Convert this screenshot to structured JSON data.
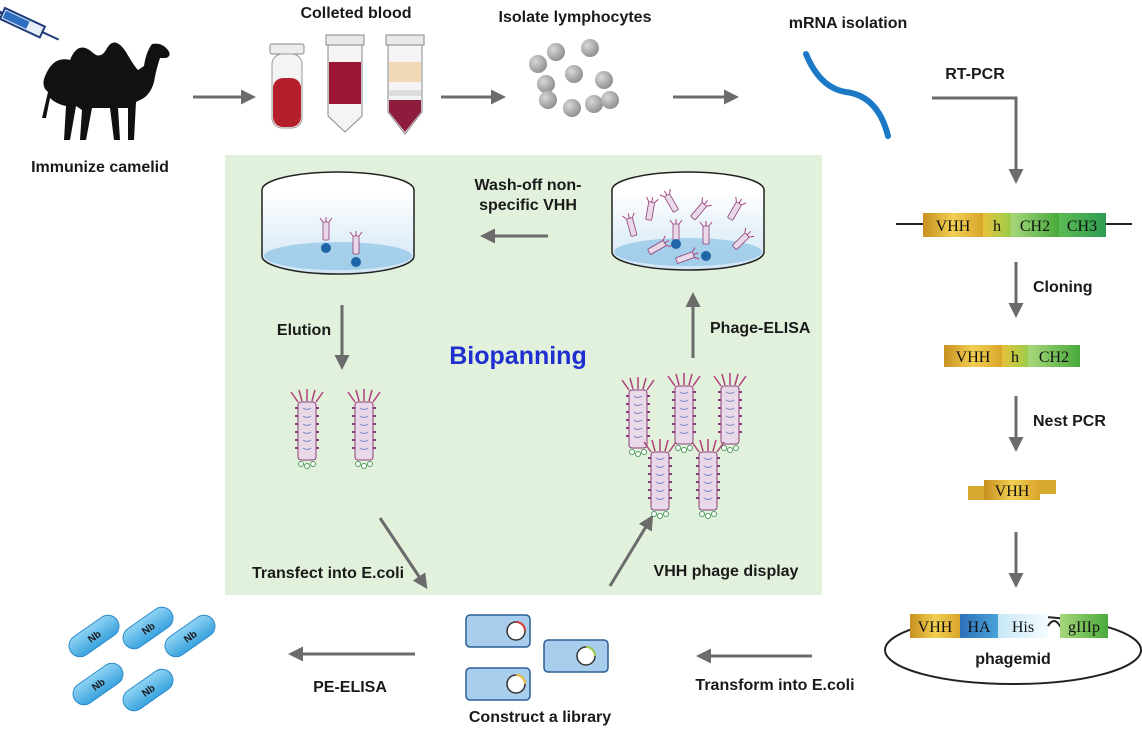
{
  "steps": {
    "immunize": "Immunize camelid",
    "collected_blood": "Colleted blood",
    "isolate": "Isolate lymphocytes",
    "mrna": "mRNA isolation",
    "rtpcr": "RT-PCR",
    "cloning": "Cloning",
    "nest_pcr": "Nest PCR",
    "transform": "Transform into E.coli",
    "construct": "Construct a library",
    "pe_elisa": "PE-ELISA",
    "transfect": "Transfect into E.coli",
    "vhh_display": "VHH phage display",
    "phage_elisa": "Phage-ELISA",
    "elution": "Elution",
    "wash_line1": "Wash-off non-",
    "wash_line2": "specific VHH",
    "biopanning": "Biopanning",
    "phagemid": "phagemid"
  },
  "gene_full": [
    "VHH",
    "h",
    "CH2",
    "CH3"
  ],
  "gene_mid": [
    "VHH",
    "h",
    "CH2"
  ],
  "gene_vhh": "VHH",
  "phagemid_parts": [
    "VHH",
    "HA",
    "His",
    "gIIIp"
  ],
  "nanobody_label": "Nb",
  "colors": {
    "panel": "#e2f1dc",
    "arrow": "#6b6b6b",
    "title": "#1f2fd0",
    "vhh": "#e2b83a",
    "ch2": "#69c049",
    "ch3": "#3aa843",
    "ha": "#2d7fc6",
    "his": "#dff0f8",
    "nanobody": "#5bb8e8",
    "phage": "#b46aa0",
    "blood": "#a31d32"
  }
}
